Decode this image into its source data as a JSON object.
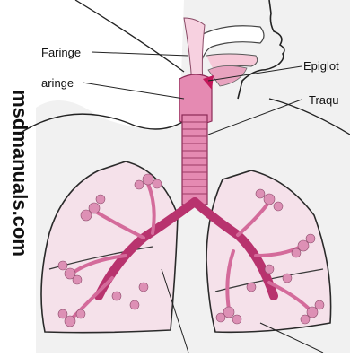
{
  "watermark": "msdmanuals.com",
  "labels": {
    "faringe": "Faringe",
    "laringe": "aringe",
    "epiglote": "Epiglot",
    "traqueia": "Traqu"
  },
  "colors": {
    "airway": "#e07aa8",
    "airway_dark": "#b8336e",
    "lung_fill": "#f3dbe6",
    "alveoli": "#d98ab0",
    "outline": "#2a2a2a",
    "epiglottis": "#c2185b"
  }
}
